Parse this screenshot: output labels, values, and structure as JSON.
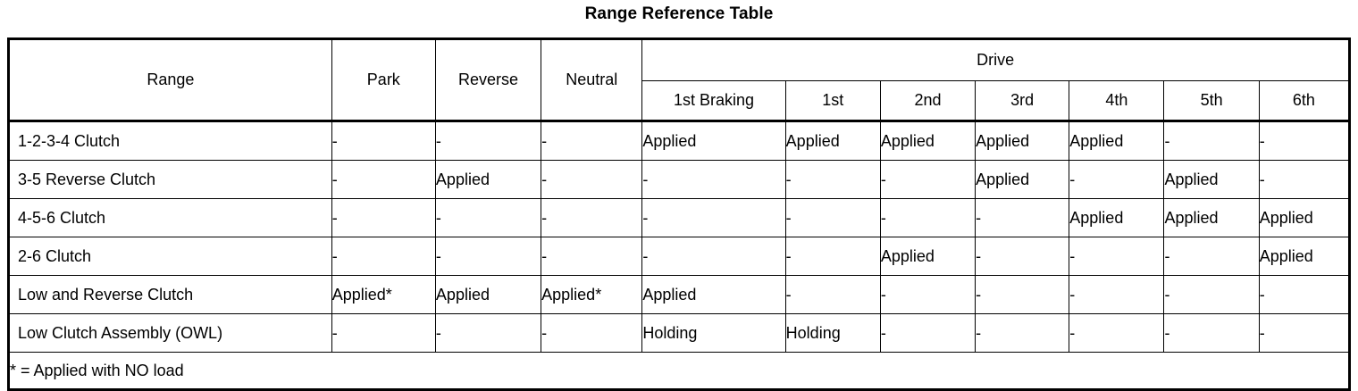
{
  "title": "Range Reference Table",
  "table": {
    "columns": {
      "range_label": "Range",
      "park": "Park",
      "reverse": "Reverse",
      "neutral": "Neutral",
      "drive_group": "Drive",
      "drive_sub": [
        "1st Braking",
        "1st",
        "2nd",
        "3rd",
        "4th",
        "5th",
        "6th"
      ]
    },
    "rows": [
      {
        "label": "1-2-3-4 Clutch",
        "park": "-",
        "reverse": "-",
        "neutral": "-",
        "drive": [
          "Applied",
          "Applied",
          "Applied",
          "Applied",
          "Applied",
          "-",
          "-"
        ]
      },
      {
        "label": "3-5 Reverse Clutch",
        "park": "-",
        "reverse": "Applied",
        "neutral": "-",
        "drive": [
          "-",
          "-",
          "-",
          "Applied",
          "-",
          "Applied",
          "-"
        ]
      },
      {
        "label": "4-5-6 Clutch",
        "park": "-",
        "reverse": "-",
        "neutral": "-",
        "drive": [
          "-",
          "-",
          "-",
          "-",
          "Applied",
          "Applied",
          "Applied"
        ]
      },
      {
        "label": "2-6 Clutch",
        "park": "-",
        "reverse": "-",
        "neutral": "-",
        "drive": [
          "-",
          "-",
          "Applied",
          "-",
          "-",
          "-",
          "Applied"
        ]
      },
      {
        "label": "Low and Reverse Clutch",
        "park": "Applied*",
        "reverse": "Applied",
        "neutral": "Applied*",
        "drive": [
          "Applied",
          "-",
          "-",
          "-",
          "-",
          "-",
          "-"
        ]
      },
      {
        "label": "Low Clutch Assembly (OWL)",
        "park": "-",
        "reverse": "-",
        "neutral": "-",
        "drive": [
          "Holding",
          "Holding",
          "-",
          "-",
          "-",
          "-",
          "-"
        ]
      }
    ],
    "footnote": "* = Applied with NO load"
  }
}
